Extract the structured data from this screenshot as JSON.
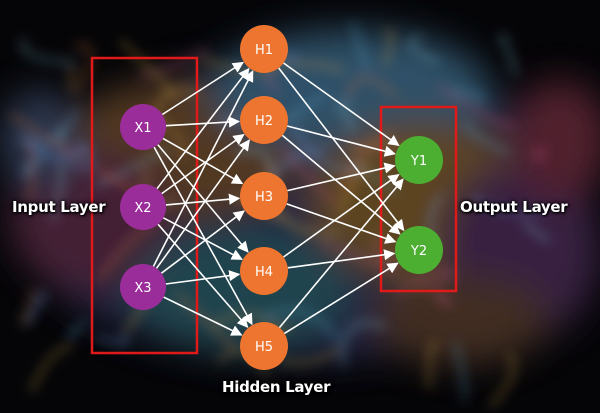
{
  "layers": {
    "input": {
      "label": "Input Layer",
      "color": "#9b2d9b",
      "frame_color": "#e01919",
      "nodes": [
        "X1",
        "X2",
        "X3"
      ]
    },
    "hidden": {
      "label": "Hidden Layer",
      "color": "#ee7530",
      "nodes": [
        "H1",
        "H2",
        "H3",
        "H4",
        "H5"
      ]
    },
    "output": {
      "label": "Output Layer",
      "color": "#4caf32",
      "frame_color": "#e01919",
      "nodes": [
        "Y1",
        "Y2"
      ]
    }
  },
  "connections": {
    "pattern": "fully-connected",
    "color": "#ffffff",
    "arrowheads": true
  },
  "background": "colorful neural tissue on black"
}
